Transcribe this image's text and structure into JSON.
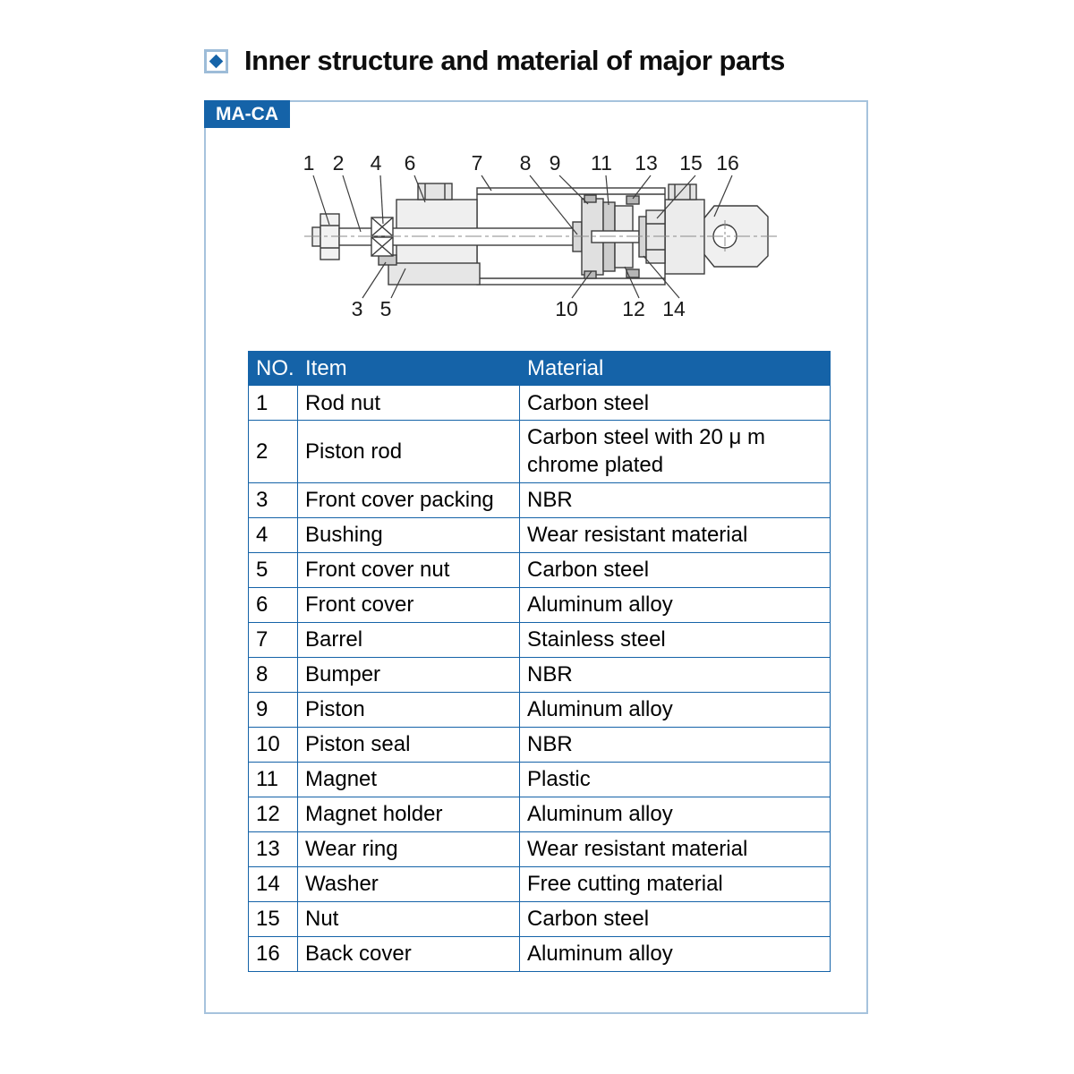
{
  "page": {
    "title": "Inner structure and material of major parts",
    "model_label": "MA-CA"
  },
  "colors": {
    "accent_blue": "#1563a8",
    "box_border": "#a6c3dd",
    "header_text": "#ffffff",
    "body_text": "#000000",
    "diagram_line": "#3c3c3c"
  },
  "diagram": {
    "callouts_top": [
      "1",
      "2",
      "4",
      "6",
      "7",
      "8",
      "9",
      "11",
      "13",
      "15",
      "16"
    ],
    "callouts_bottom": [
      "3",
      "5",
      "10",
      "12",
      "14"
    ]
  },
  "table": {
    "headers": [
      "NO.",
      "Item",
      "Material"
    ],
    "rows": [
      {
        "no": "1",
        "item": "Rod nut",
        "material": "Carbon steel"
      },
      {
        "no": "2",
        "item": "Piston rod",
        "material": "Carbon steel with 20 μ m chrome plated"
      },
      {
        "no": "3",
        "item": "Front cover packing",
        "material": "NBR"
      },
      {
        "no": "4",
        "item": "Bushing",
        "material": "Wear resistant material"
      },
      {
        "no": "5",
        "item": "Front cover nut",
        "material": "Carbon steel"
      },
      {
        "no": "6",
        "item": "Front cover",
        "material": "Aluminum alloy"
      },
      {
        "no": "7",
        "item": "Barrel",
        "material": "Stainless steel"
      },
      {
        "no": "8",
        "item": "Bumper",
        "material": "NBR"
      },
      {
        "no": "9",
        "item": "Piston",
        "material": "Aluminum alloy"
      },
      {
        "no": "10",
        "item": "Piston seal",
        "material": "NBR"
      },
      {
        "no": "11",
        "item": "Magnet",
        "material": "Plastic"
      },
      {
        "no": "12",
        "item": "Magnet holder",
        "material": "Aluminum alloy"
      },
      {
        "no": "13",
        "item": "Wear ring",
        "material": "Wear resistant material"
      },
      {
        "no": "14",
        "item": "Washer",
        "material": "Free cutting material"
      },
      {
        "no": "15",
        "item": "Nut",
        "material": "Carbon steel"
      },
      {
        "no": "16",
        "item": "Back cover",
        "material": "Aluminum alloy"
      }
    ]
  }
}
